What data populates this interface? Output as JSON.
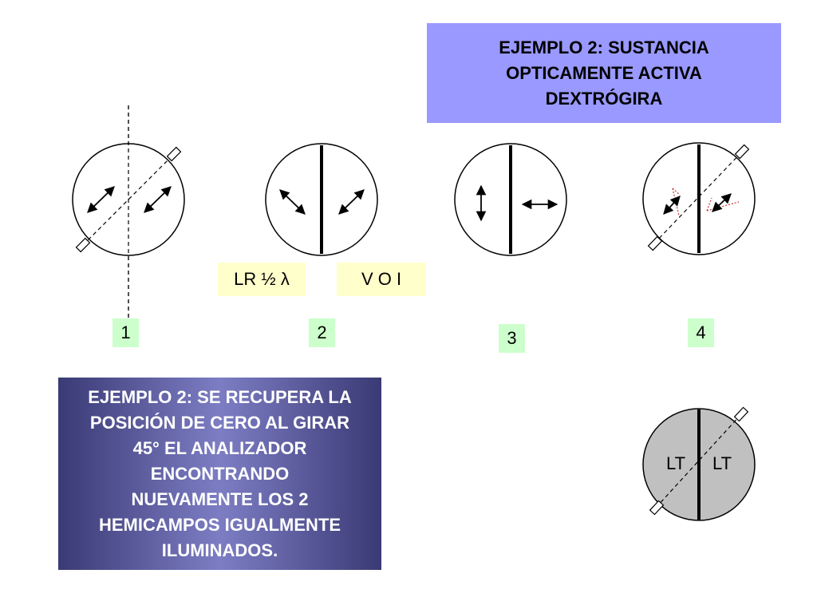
{
  "title": {
    "lines": [
      "EJEMPLO 2: SUSTANCIA",
      "OPTICAMENTE ACTIVA",
      "DEXTRÓGIRA"
    ],
    "color": "#9999ff"
  },
  "description": {
    "lines": [
      "EJEMPLO 2: SE RECUPERA LA",
      "POSICIÓN DE CERO AL GIRAR",
      "45° EL ANALIZADOR",
      "ENCONTRANDO",
      "NUEVAMENTE LOS 2",
      "HEMICAMPOS IGUALMENTE",
      "ILUMINADOS."
    ],
    "gradient_from": "#3a3a75",
    "gradient_mid": "#7d7dc4",
    "gradient_to": "#3a3a75"
  },
  "labels": {
    "retarder": "LR ½ λ",
    "analyzer": "V O I",
    "label_bg": "#ffffcc"
  },
  "step_numbers": {
    "one": "1",
    "two": "2",
    "three": "3",
    "four": "4",
    "bg": "#ccffcc"
  },
  "result": {
    "left_half": "LT",
    "right_half": "LT",
    "fill": "#c0c0c0"
  },
  "icons": [
    "double-headed-arrow",
    "polarizer-axis-bar",
    "dividing-line"
  ]
}
